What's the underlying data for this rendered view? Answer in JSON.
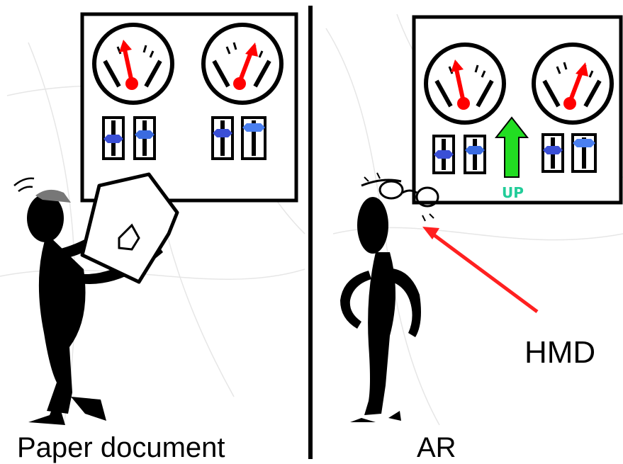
{
  "panels": {
    "left": {
      "caption": "Paper document"
    },
    "right": {
      "caption": "AR",
      "arrow_label": "UP",
      "callout_label": "HMD"
    }
  },
  "colors": {
    "needle": "#ff0000",
    "slider_handle": "#3a4fd6",
    "slider_handle_light": "#4aa3ff",
    "up_arrow": "#22dd22",
    "up_label": "#22cc99",
    "callout_arrow": "#ff2020",
    "ink": "#000000"
  },
  "icons": [
    "gauge-icon",
    "slider-icon",
    "person-icon",
    "paper-sheet-icon",
    "hmd-glasses-icon",
    "up-arrow-icon"
  ]
}
